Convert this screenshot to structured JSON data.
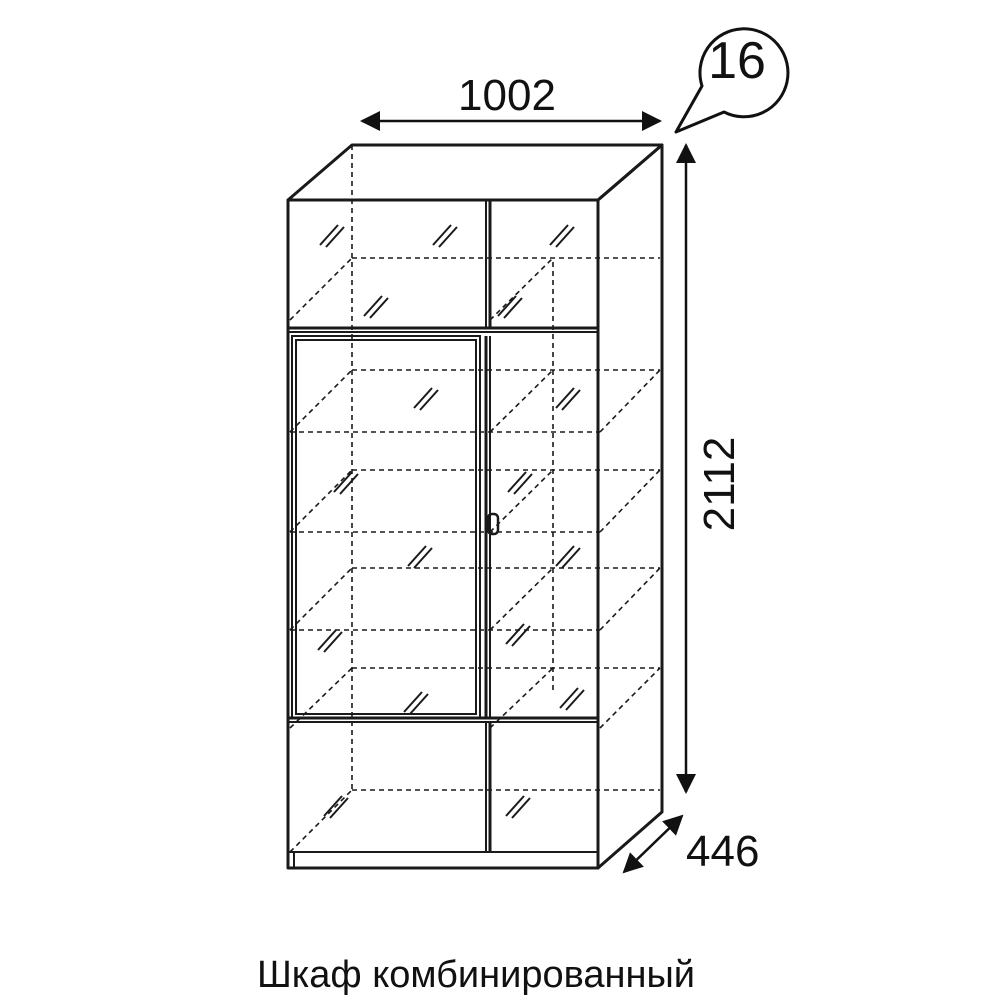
{
  "diagram": {
    "item_number": "16",
    "width_label": "1002",
    "height_label": "2112",
    "depth_label": "446",
    "caption": "Шкаф комбинированный"
  }
}
